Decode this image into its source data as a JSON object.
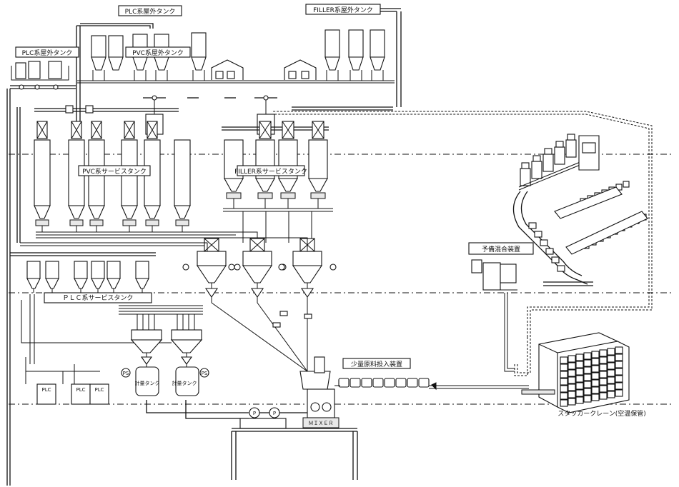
{
  "diagram": {
    "labels": {
      "plc_outdoor_top": "PLC系屋外タンク",
      "filler_outdoor": "FILLER系屋外タンク",
      "plc_outdoor_left": "PLC系屋外タンク",
      "pvc_outdoor": "PVC系屋外タンク",
      "pvc_service": "PVC系サービスタンク",
      "filler_service": "FILLER系サービスタンク",
      "plc_service": "ＰＬＣ系サービスタンク",
      "backup_mixer": "予備混合装置",
      "small_feed": "少量原料投入装置",
      "stacker": "スタッカークレーン(空温保管)",
      "mixer": "ＭＩＸＥＲ",
      "dosing_tank_1": "計量タンク",
      "dosing_tank_2": "計量タンク",
      "pump": "P",
      "ps_1": "PS",
      "ps_2": "PS",
      "plc_1": "PLC",
      "plc_2": "PLC",
      "plc_3": "PLC"
    }
  }
}
